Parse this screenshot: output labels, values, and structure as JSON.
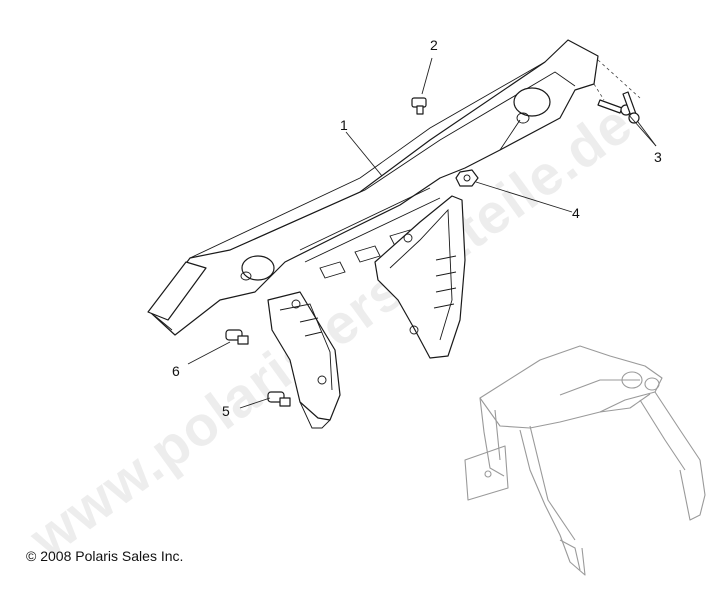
{
  "watermark": "www.polaris-ersatzteile.de",
  "callouts": {
    "c1": "1",
    "c2": "2",
    "c3": "3",
    "c4": "4",
    "c5": "5",
    "c6": "6"
  },
  "copyright": "© 2008 Polaris Sales Inc."
}
